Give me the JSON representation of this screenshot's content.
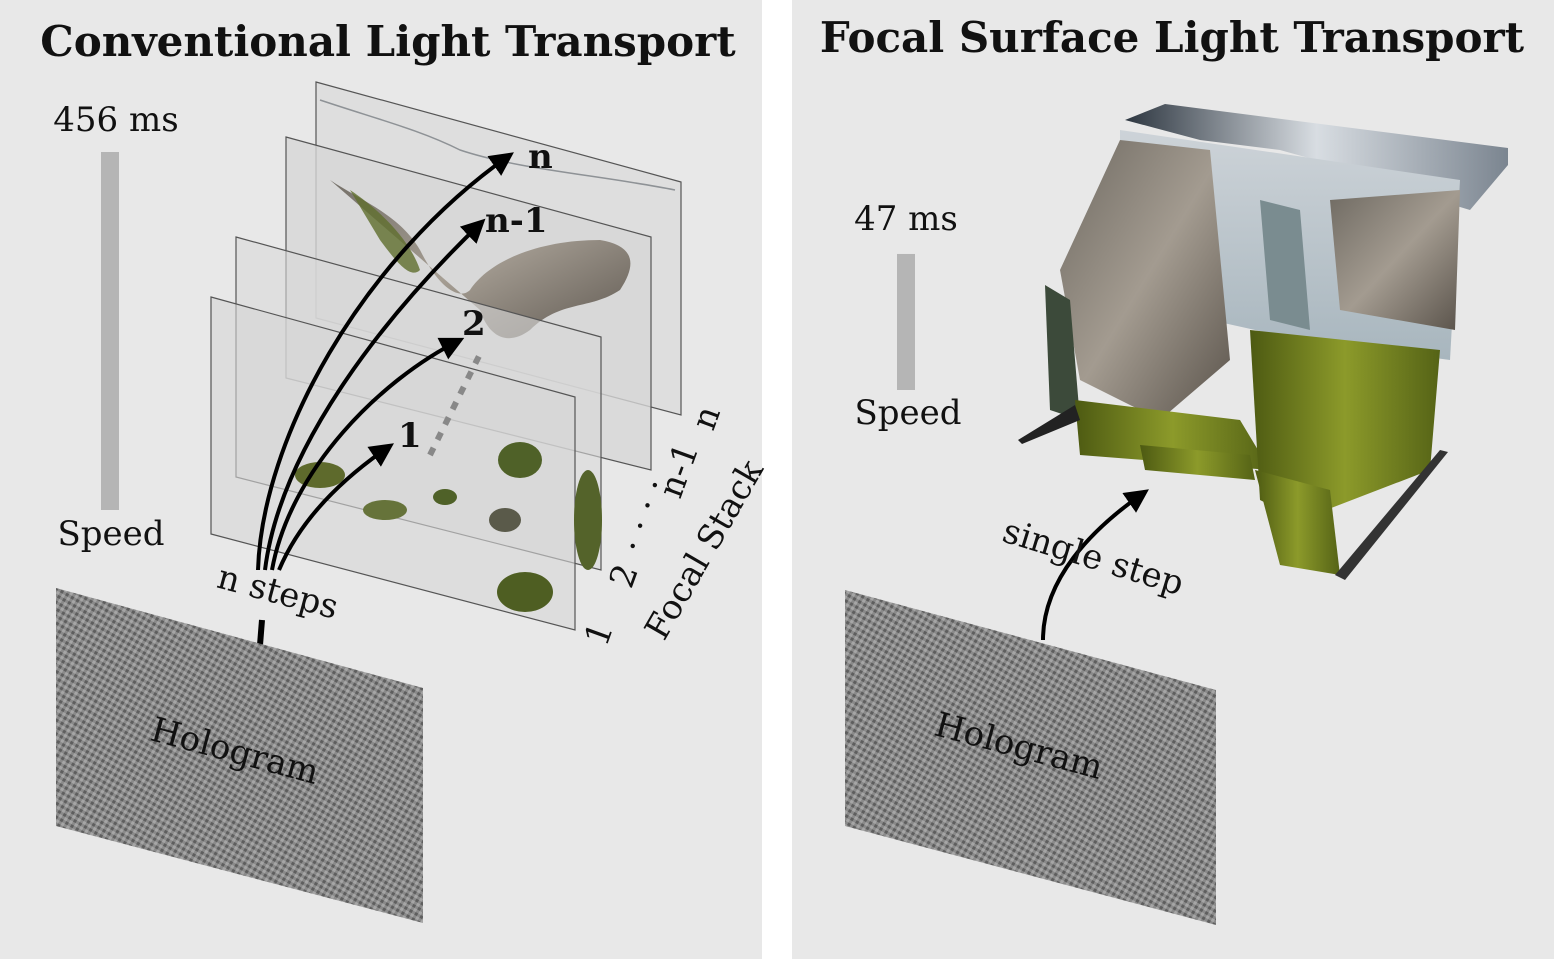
{
  "left_panel": {
    "title": "Conventional Light Transport",
    "time": "456 ms",
    "speed_label": "Speed",
    "speed_fraction": 1.0,
    "steps_label": "n steps",
    "hologram_label": "Hologram",
    "arrow_labels": [
      "1",
      "2",
      "n-1",
      "n"
    ],
    "plane_labels": [
      "1",
      "2",
      "n-1",
      "n"
    ],
    "ellipsis": "· · · ·",
    "focal_stack_label": "Focal Stack"
  },
  "right_panel": {
    "title": "Focal Surface Light Transport",
    "time": "47 ms",
    "speed_label": "Speed",
    "speed_fraction": 0.38,
    "step_label": "single step",
    "hologram_label": "Hologram"
  },
  "colors": {
    "panel_bg": "#e8e8e8",
    "separator": "#ffffff",
    "speed_bar": "#b5b5b5",
    "hologram": "#808080",
    "plane": "#d3d3d3",
    "arrow": "#000000"
  },
  "icon_names": [
    "hologram-pattern",
    "focal-plane",
    "curved-arrow",
    "speed-bar",
    "focal-surface-scene"
  ]
}
